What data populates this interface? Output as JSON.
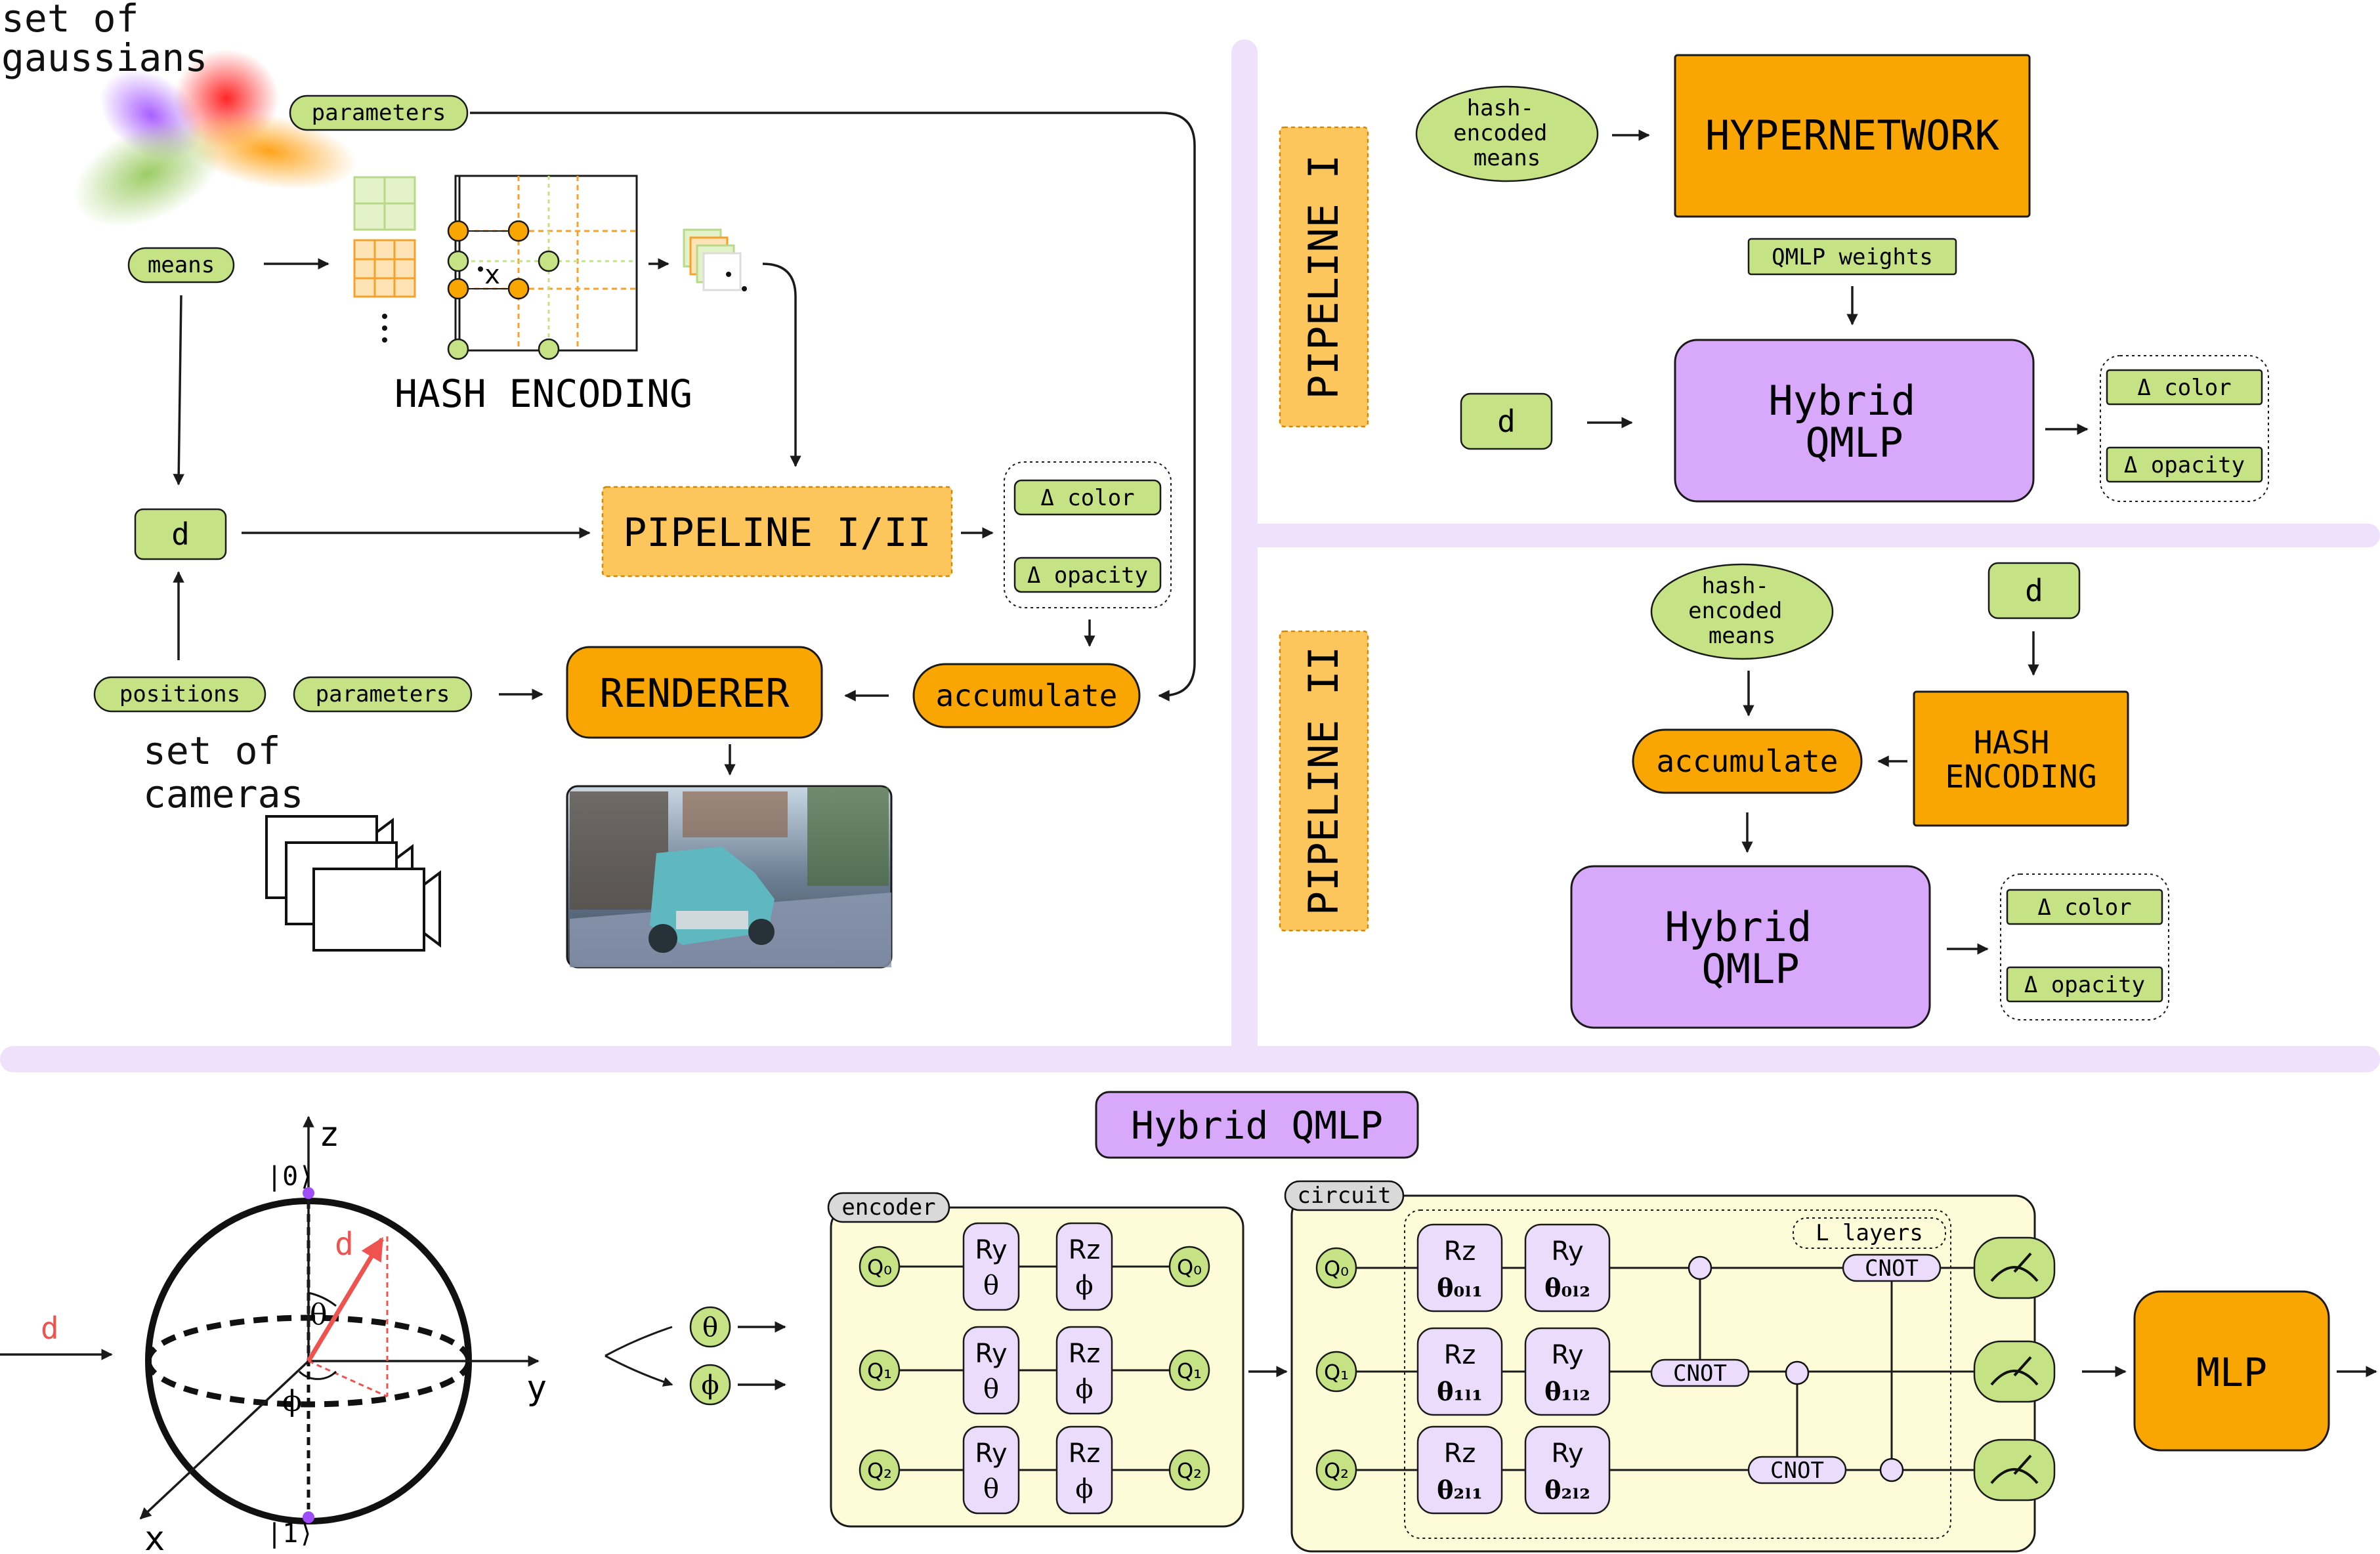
{
  "colors": {
    "green": "#c5e384",
    "orange": "#f9a602",
    "light_orange": "#fcc65c",
    "purple": "#d8a8fb",
    "light_purple": "#ecdcfc",
    "divider": "#efe0fc",
    "yellow_panel": "#fdfbd8",
    "red": "#ef5350"
  },
  "top_left": {
    "gaussians_label": "set of\ngaussians",
    "parameters_top": "parameters",
    "means": "means",
    "hash_encoding": "HASH ENCODING",
    "x_mark": "x",
    "d": "d",
    "pipeline": "PIPELINE I/II",
    "delta_color": "Δ color",
    "delta_opacity": "Δ opacity",
    "positions": "positions",
    "parameters_bottom": "parameters",
    "renderer": "RENDERER",
    "accumulate": "accumulate",
    "cameras_label": "set of\ncameras"
  },
  "pipeline_one": {
    "label": "PIPELINE I",
    "hash_means": "hash-\nencoded\nmeans",
    "hypernetwork": "HYPERNETWORK",
    "qmlp_weights": "QMLP weights",
    "d": "d",
    "hybrid_qmlp": "Hybrid\nQMLP",
    "delta_color": "Δ color",
    "delta_opacity": "Δ opacity"
  },
  "pipeline_two": {
    "label": "PIPELINE II",
    "hash_means": "hash-\nencoded\nmeans",
    "d": "d",
    "accumulate": "accumulate",
    "hash_encoding": "HASH\nENCODING",
    "hybrid_qmlp": "Hybrid\nQMLP",
    "delta_color": "Δ color",
    "delta_opacity": "Δ opacity"
  },
  "bottom": {
    "title": "Hybrid QMLP",
    "bloch": {
      "input_d": "d",
      "vector_d": "d",
      "ket0": "|0⟩",
      "ket1": "|1⟩",
      "z": "z",
      "y": "y",
      "x": "x",
      "theta": "θ",
      "phi": "ϕ"
    },
    "angles": [
      "θ",
      "ϕ"
    ],
    "encoder": {
      "tag": "encoder",
      "qubits": [
        "Q₀",
        "Q₁",
        "Q₂"
      ],
      "ry": "Ry",
      "rz": "Rz",
      "theta": "θ",
      "phi": "ϕ"
    },
    "circuit": {
      "tag": "circuit",
      "layers": "L layers",
      "qubits": [
        "Q₀",
        "Q₁",
        "Q₂"
      ],
      "rz": "Rz",
      "ry": "Ry",
      "params_rz": [
        "θ₀ₗ₁",
        "θ₁ₗ₁",
        "θ₂ₗ₁"
      ],
      "params_ry": [
        "θ₀ₗ₂",
        "θ₁ₗ₂",
        "θ₂ₗ₂"
      ],
      "cnot": "CNOT"
    },
    "mlp": "MLP"
  }
}
